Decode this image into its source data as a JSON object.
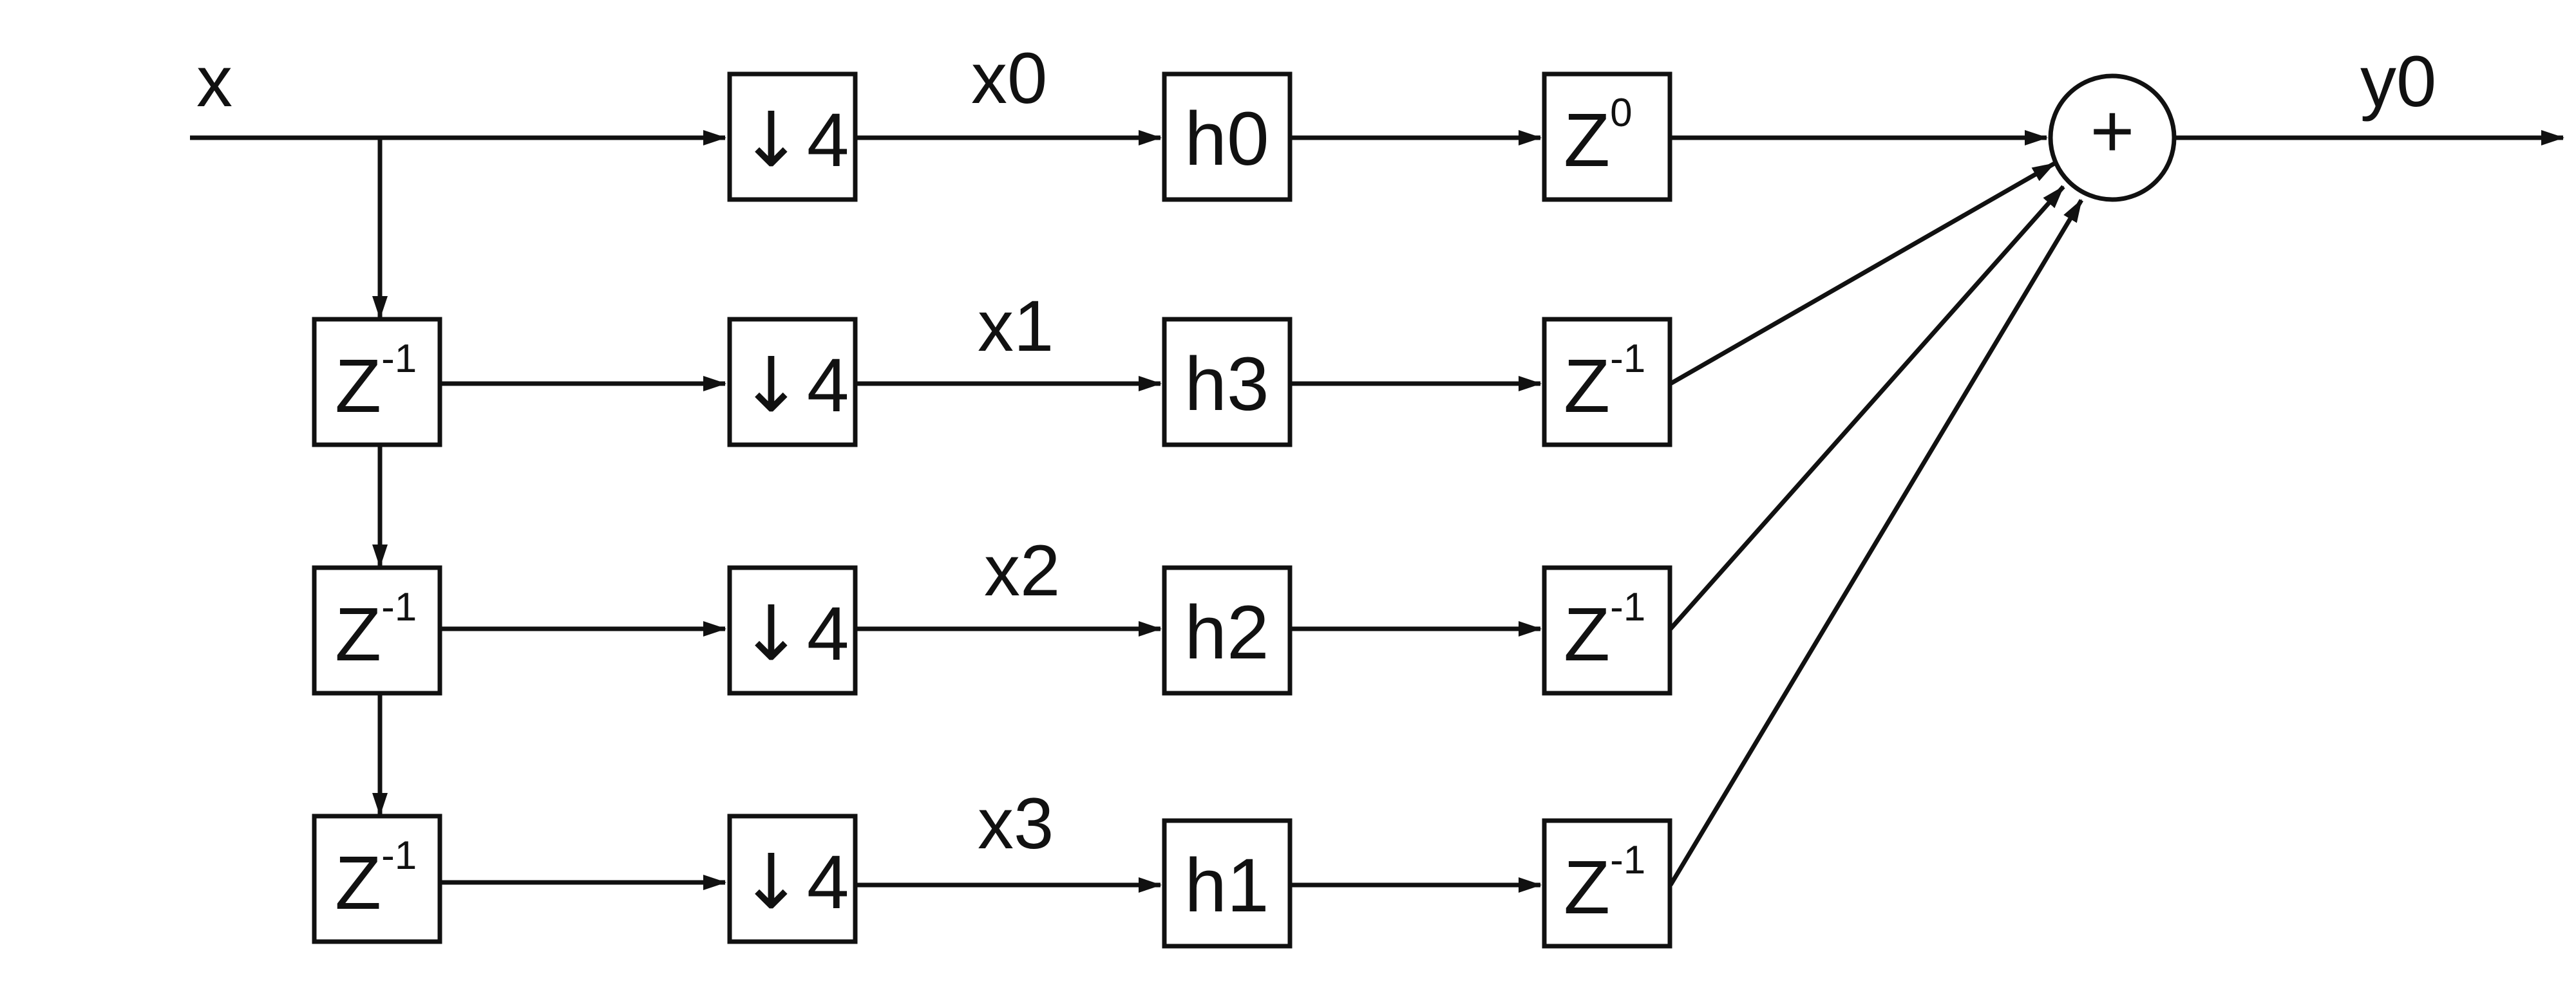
{
  "input_label": "x",
  "output_label": "y0",
  "sum_symbol": "+",
  "branches": [
    {
      "delay": "",
      "down_arrow": "↓",
      "down_factor": "4",
      "signal": "x0",
      "filter": "h0",
      "post_base": "Z",
      "post_exp": "0"
    },
    {
      "delay_base": "Z",
      "delay_exp": "-1",
      "down_arrow": "↓",
      "down_factor": "4",
      "signal": "x1",
      "filter": "h3",
      "post_base": "Z",
      "post_exp": "-1"
    },
    {
      "delay_base": "Z",
      "delay_exp": "-1",
      "down_arrow": "↓",
      "down_factor": "4",
      "signal": "x2",
      "filter": "h2",
      "post_base": "Z",
      "post_exp": "-1"
    },
    {
      "delay_base": "Z",
      "delay_exp": "-1",
      "down_arrow": "↓",
      "down_factor": "4",
      "signal": "x3",
      "filter": "h1",
      "post_base": "Z",
      "post_exp": "-1"
    }
  ]
}
